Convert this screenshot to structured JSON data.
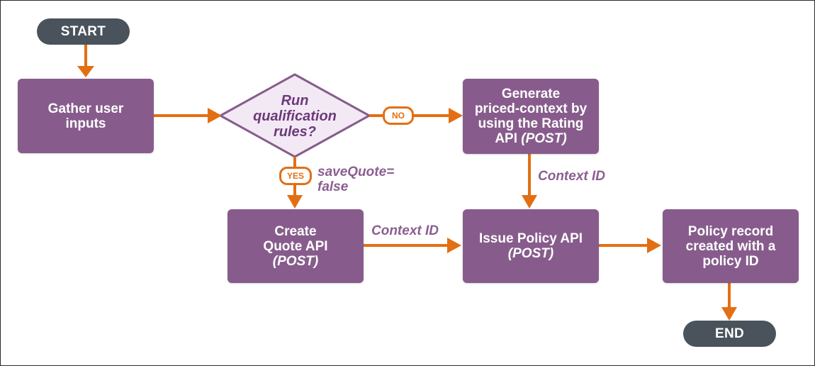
{
  "diagram": {
    "start_label": "START",
    "end_label": "END",
    "gather": {
      "line1": "Gather user",
      "line2": "inputs"
    },
    "decision": {
      "line1": "Run",
      "line2": "qualification",
      "line3": "rules?"
    },
    "no_badge": "NO",
    "yes_badge": "YES",
    "yes_note": {
      "line1": "saveQuote=",
      "line2": "false"
    },
    "generate": {
      "line1": "Generate",
      "line2": "priced-context by",
      "line3": "using the Rating",
      "line4a": "API ",
      "line4b": "(POST)"
    },
    "context_id_vertical": "Context ID",
    "create_quote": {
      "line1": "Create",
      "line2": "Quote API",
      "line3": "(POST)"
    },
    "context_id_horizontal": "Context ID",
    "issue_policy": {
      "line1": "Issue Policy API",
      "line2": "(POST)"
    },
    "policy_record": {
      "line1": "Policy record",
      "line2": "created with a",
      "line3": "policy ID"
    },
    "colors": {
      "box_purple": "#875c8c",
      "pill_gray": "#4a535c",
      "arrow_orange": "#e36f14",
      "diamond_fill": "#f3e9f5",
      "label_purple": "#8b5e91"
    }
  }
}
